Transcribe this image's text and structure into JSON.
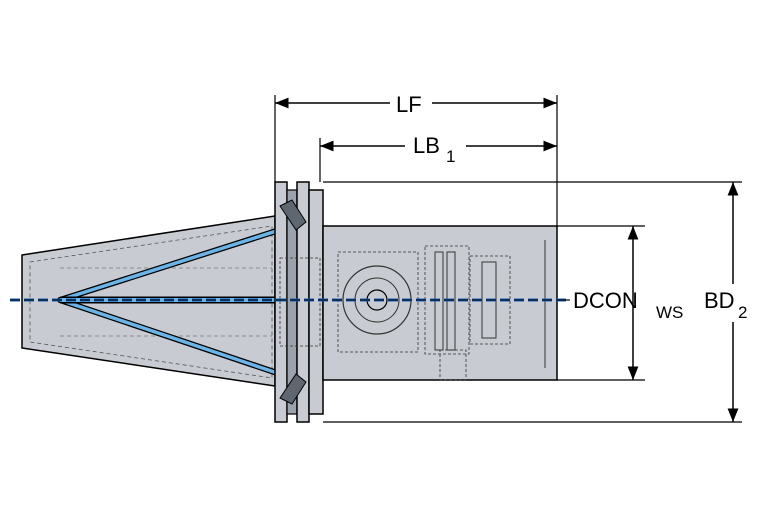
{
  "dimensions": {
    "lf": "LF",
    "lb": {
      "main": "LB",
      "sub": "1"
    },
    "dcon": {
      "main": "DCON",
      "sub": "WS"
    },
    "bd": {
      "main": "BD",
      "sub": "2"
    }
  },
  "colors": {
    "body_fill": "#c8ccd2",
    "outline": "#000000",
    "coolant": "#6ab4e8",
    "centerline": "#1a5fb4",
    "flange_fill": "#5e6670"
  }
}
